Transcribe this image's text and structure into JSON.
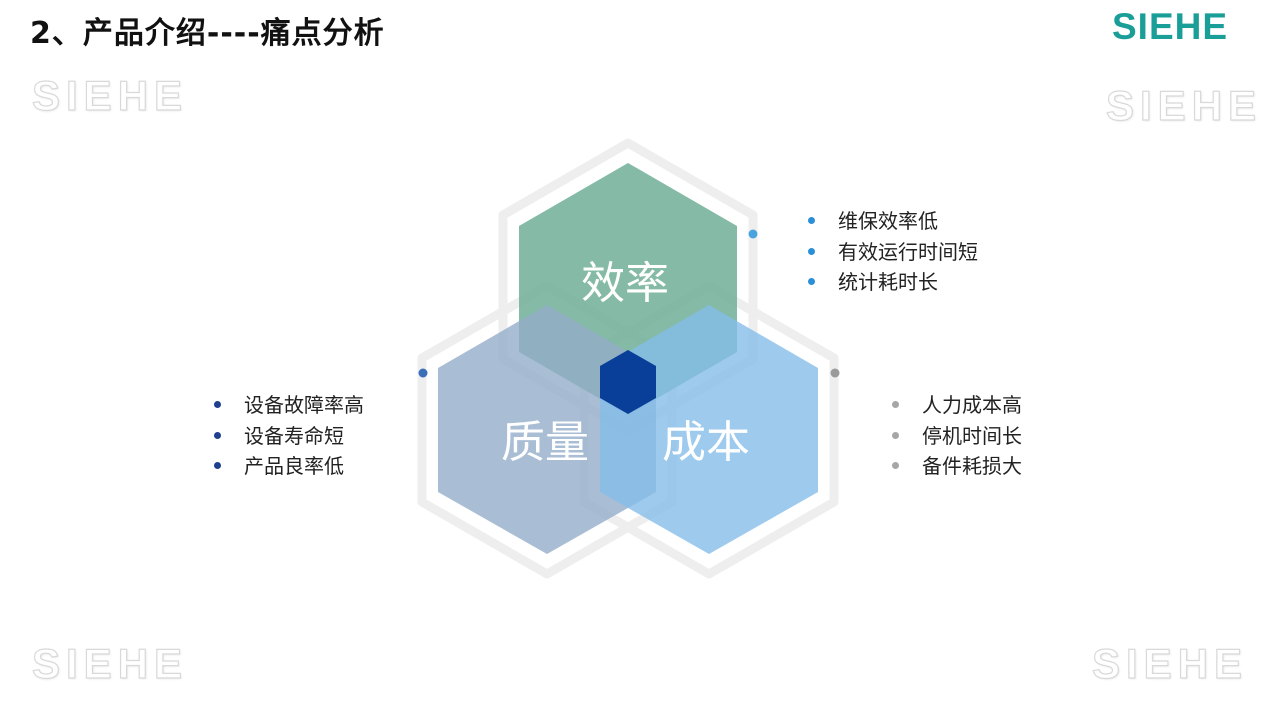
{
  "header": {
    "title": "2、产品介绍----痛点分析",
    "logo": "SIEHE",
    "brand_color": "#1a9e98"
  },
  "watermarks": [
    "SIEHE",
    "SIEHE",
    "SIEHE",
    "SIEHE"
  ],
  "hexagons": {
    "efficiency": {
      "label": "效率",
      "color": "#6fae97"
    },
    "quality": {
      "label": "质量",
      "color": "#94aec9"
    },
    "cost": {
      "label": "成本",
      "color": "#84bde8"
    },
    "center_color": "#0a3f99"
  },
  "lists": {
    "efficiency": {
      "bullet_color": "#2a8fd6",
      "items": [
        "维保效率低",
        "有效运行时间短",
        "统计耗时长"
      ]
    },
    "quality": {
      "bullet_color": "#1f3f8f",
      "items": [
        "设备故障率高",
        "设备寿命短",
        "产品良率低"
      ]
    },
    "cost": {
      "bullet_color": "#a6a6a6",
      "items": [
        "人力成本高",
        "停机时间长",
        "备件耗损大"
      ]
    }
  }
}
